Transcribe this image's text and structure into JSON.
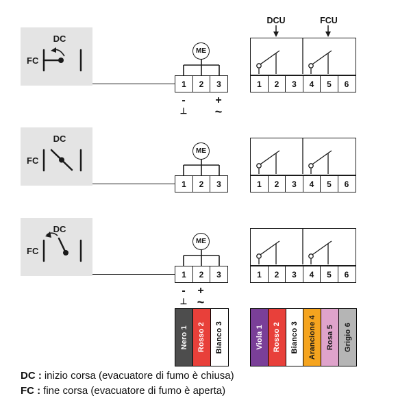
{
  "headers": {
    "dcu": "DCU",
    "fcu": "FCU"
  },
  "rows": [
    {
      "switch": {
        "dc": "DC",
        "fc": "FC",
        "position": "inizio-corsa"
      },
      "motor": {
        "label": "ME"
      },
      "motor_terminals": [
        "1",
        "2",
        "3"
      ],
      "relay_terminals": [
        "1",
        "2",
        "3",
        "4",
        "5",
        "6"
      ],
      "signs": {
        "minus": "-",
        "plus": "+",
        "ground": "⊥",
        "ac": "~"
      }
    },
    {
      "switch": {
        "dc": "DC",
        "fc": "FC",
        "position": "intermedia"
      },
      "motor": {
        "label": "ME"
      },
      "motor_terminals": [
        "1",
        "2",
        "3"
      ],
      "relay_terminals": [
        "1",
        "2",
        "3",
        "4",
        "5",
        "6"
      ]
    },
    {
      "switch": {
        "dc": "DC",
        "fc": "FC",
        "position": "fine-corsa"
      },
      "motor": {
        "label": "ME"
      },
      "motor_terminals": [
        "1",
        "2",
        "3"
      ],
      "relay_terminals": [
        "1",
        "2",
        "3",
        "4",
        "5",
        "6"
      ],
      "signs": {
        "minus": "-",
        "plus": "+",
        "ground": "⊥",
        "ac": "~"
      }
    }
  ],
  "wire_labels": {
    "motor_cable": [
      {
        "label": "Nero 1",
        "bg": "#4d4d4d",
        "fg": "#ffffff"
      },
      {
        "label": "Rosso 2",
        "bg": "#e8403a",
        "fg": "#ffffff"
      },
      {
        "label": "Bianco 3",
        "bg": "#ffffff",
        "fg": "#000000"
      }
    ],
    "switch_cable": [
      {
        "label": "Viola 1",
        "bg": "#7a3f98",
        "fg": "#ffffff"
      },
      {
        "label": "Rosso 2",
        "bg": "#e8403a",
        "fg": "#ffffff"
      },
      {
        "label": "Bianco 3",
        "bg": "#ffffff",
        "fg": "#000000"
      },
      {
        "label": "Arancione 4",
        "bg": "#f5a41f",
        "fg": "#1a1a1a"
      },
      {
        "label": "Rosa 5",
        "bg": "#dfa3cb",
        "fg": "#1a1a1a"
      },
      {
        "label": "Grigio 6",
        "bg": "#b5b5b5",
        "fg": "#1a1a1a"
      }
    ]
  },
  "legend": {
    "dc": {
      "abbr": "DC :",
      "text": "inizio corsa (evacuatore di fumo è chiusa)"
    },
    "fc": {
      "abbr": "FC :",
      "text": "fine corsa (evacuatore di fumo è aperta)"
    }
  },
  "colors": {
    "box_bg": "#e4e4e4",
    "stroke": "#1a1a1a"
  }
}
